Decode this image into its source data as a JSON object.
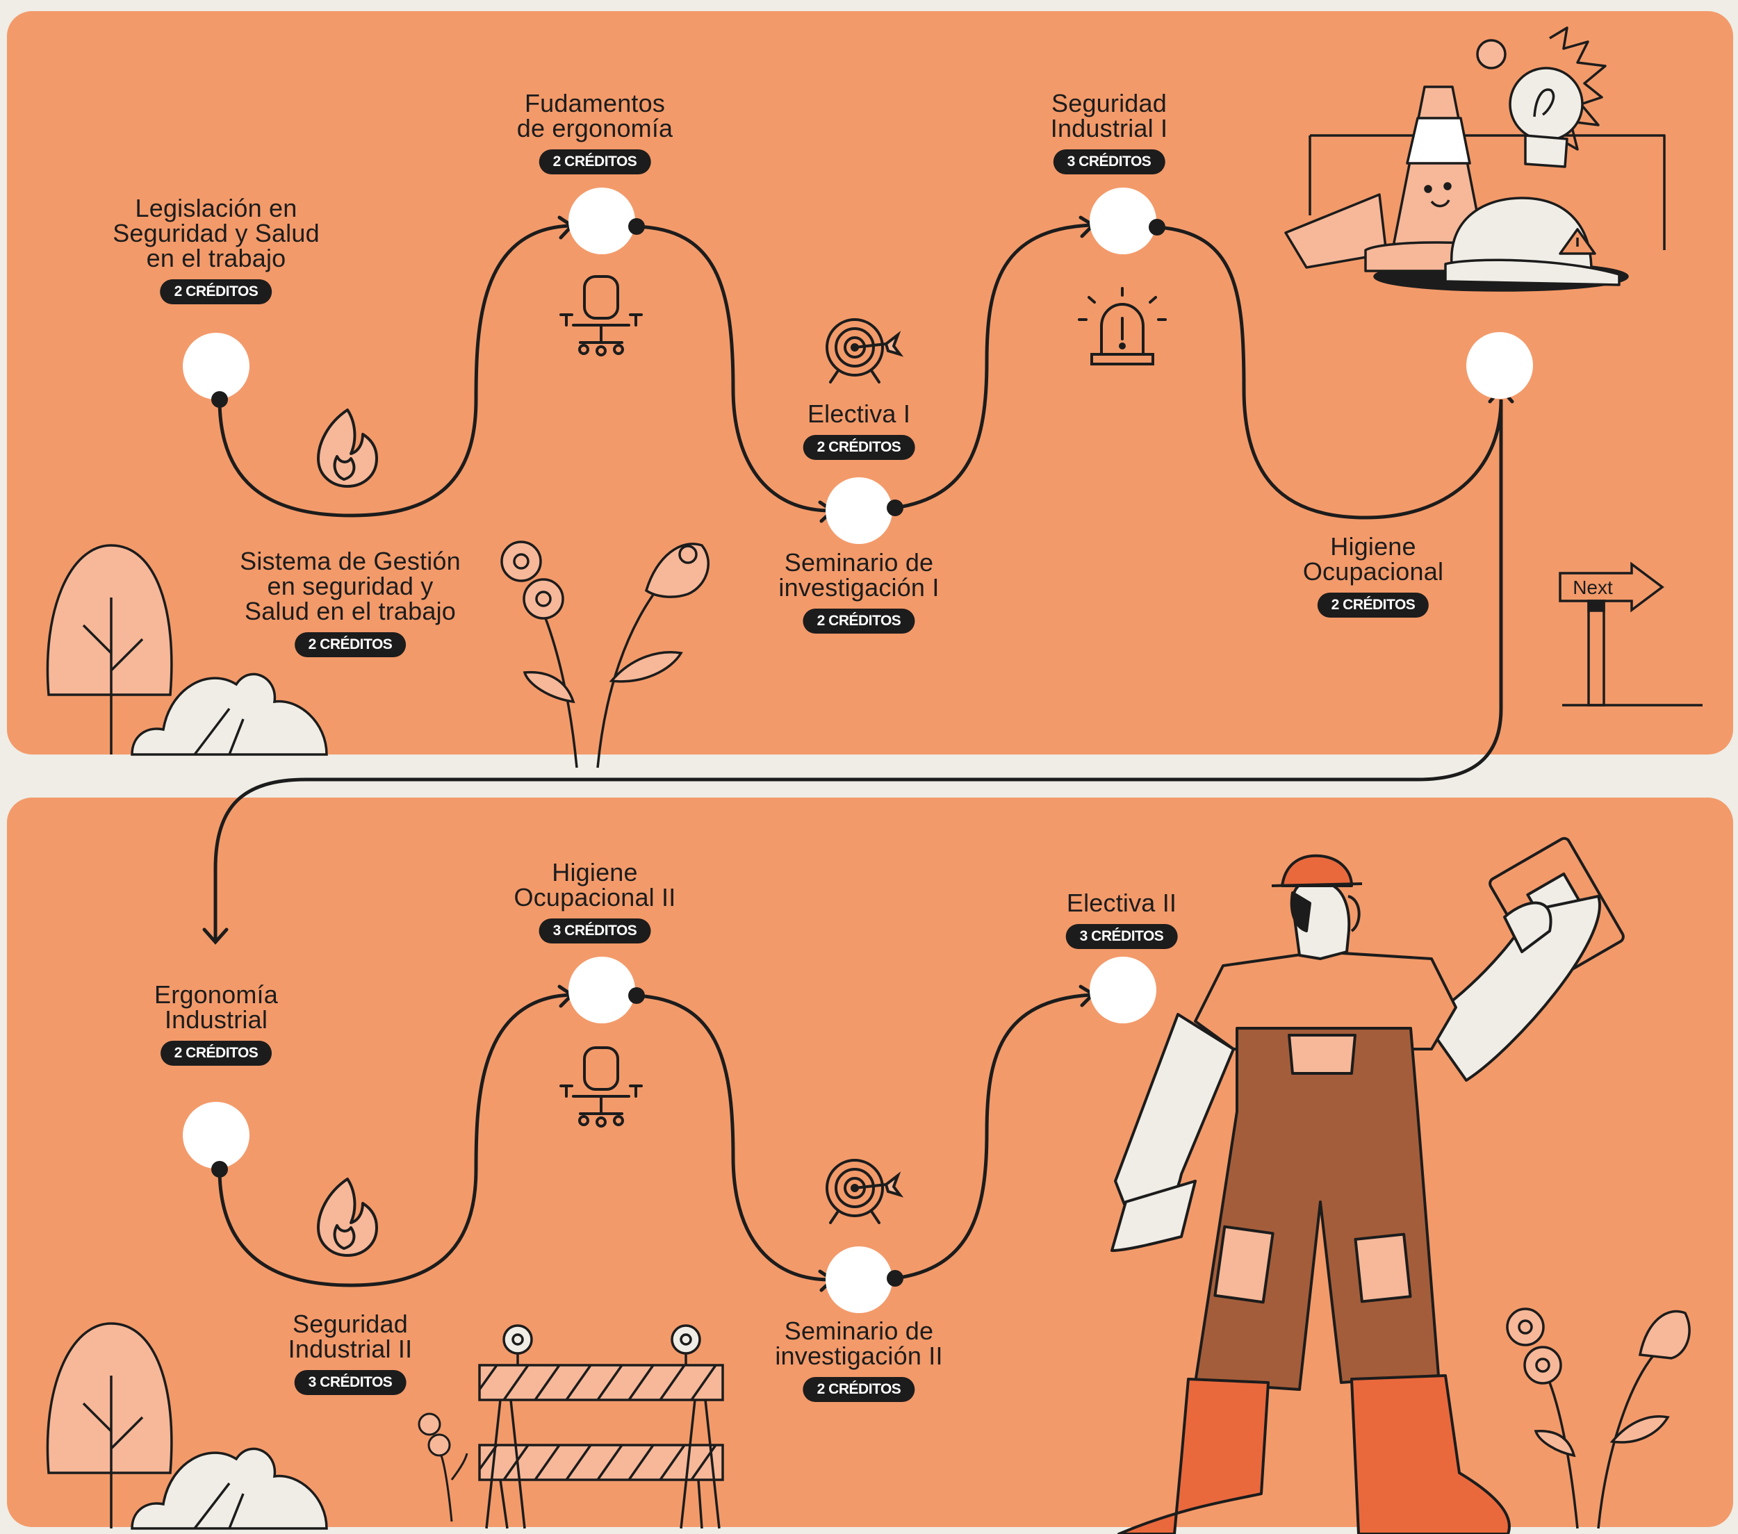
{
  "sections": [
    {
      "nodes": [
        {
          "title": [
            "Legislación en",
            "Seguridad y Salud",
            "en el trabajo"
          ],
          "credits": "2 CRÉDITOS"
        },
        {
          "title": [
            "Fudamentos",
            "de ergonomía"
          ],
          "credits": "2 CRÉDITOS"
        },
        {
          "title": [
            "Sistema de Gestión",
            "en seguridad y",
            "Salud en el trabajo"
          ],
          "credits": "2 CRÉDITOS"
        },
        {
          "title": [
            "Electiva I"
          ],
          "credits": "2 CRÉDITOS"
        },
        {
          "title": [
            "Seminario de",
            "investigación I"
          ],
          "credits": "2 CRÉDITOS"
        },
        {
          "title": [
            "Seguridad",
            "Industrial I"
          ],
          "credits": "3 CRÉDITOS"
        },
        {
          "title": [
            "Higiene",
            "Ocupacional"
          ],
          "credits": "2 CRÉDITOS"
        }
      ]
    },
    {
      "nodes": [
        {
          "title": [
            "Ergonomía",
            "Industrial"
          ],
          "credits": "2 CRÉDITOS"
        },
        {
          "title": [
            "Higiene",
            "Ocupacional II"
          ],
          "credits": "3 CRÉDITOS"
        },
        {
          "title": [
            "Seguridad",
            "Industrial II"
          ],
          "credits": "3 CRÉDITOS"
        },
        {
          "title": [
            "Seminario de",
            "investigación II"
          ],
          "credits": "2 CRÉDITOS"
        },
        {
          "title": [
            "Electiva II"
          ],
          "credits": "3 CRÉDITOS"
        }
      ]
    }
  ],
  "signpost": {
    "label": "Next"
  },
  "icons": [
    "fire-icon",
    "office-chair-icon",
    "target-icon",
    "alarm-siren-icon",
    "traffic-cone-icon",
    "lightbulb-icon",
    "hard-hat-icon",
    "signpost-icon",
    "tree-icon",
    "bush-icon",
    "flower-icon",
    "barrier-icon",
    "worker-illustration"
  ],
  "colors": {
    "panel": "#f39a6a",
    "background": "#efede6",
    "badge": "#1c1c1c",
    "node": "#ffffff",
    "line": "#1c1c1c",
    "light_accent": "#f6b899",
    "boot": "#e9693d"
  }
}
